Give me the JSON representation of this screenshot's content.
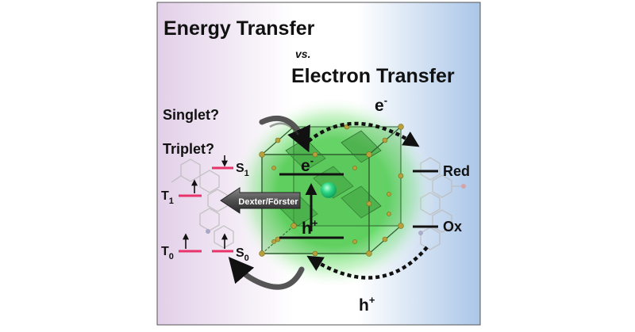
{
  "title": {
    "energy": "Energy Transfer",
    "vs": "vs.",
    "electron": "Electron Transfer"
  },
  "questions": {
    "singlet": "Singlet?",
    "triplet": "Triplet?"
  },
  "levels": {
    "s1": "S",
    "s1_sub": "1",
    "t1": "T",
    "t1_sub": "1",
    "t0": "T",
    "t0_sub": "0",
    "s0": "S",
    "s0_sub": "0",
    "red": "Red",
    "ox": "Ox"
  },
  "cube_labels": {
    "electron": "e",
    "electron_sup": "-",
    "hole": "h",
    "hole_sup": "+"
  },
  "transfer_labels": {
    "electron": "e",
    "electron_sup": "-",
    "hole": "h",
    "hole_sup": "+"
  },
  "arrow_label": "Dexter/Förster",
  "colors": {
    "level_lines": "#e8336b",
    "cube_glow": "#39d239",
    "bg_left": "#e2cfe8",
    "bg_right": "#aac6e8"
  }
}
